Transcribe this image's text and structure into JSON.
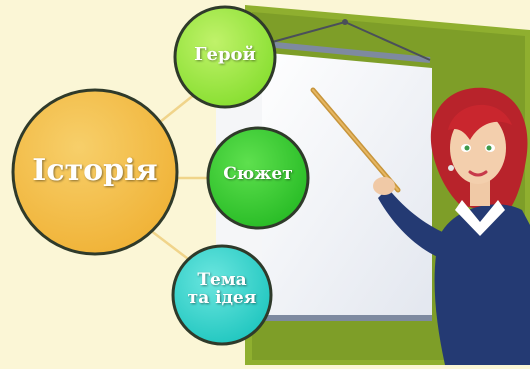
{
  "diagram": {
    "center": "Історія",
    "nodes": [
      {
        "label": "Герой"
      },
      {
        "label": "Сюжет"
      },
      {
        "label": "Тема\nта ідея"
      }
    ]
  },
  "colors": {
    "background": "#fbf6d6",
    "center_fill": "#f2b641",
    "hero_fill": "#9fe84c",
    "plot_fill": "#39cc36",
    "theme_fill": "#37d3cc",
    "board_frame": "#86a72d",
    "connector": "#f0d48a"
  },
  "icons": [
    "presentation-board-icon",
    "teacher-figure-icon",
    "pointer-stick-icon"
  ]
}
